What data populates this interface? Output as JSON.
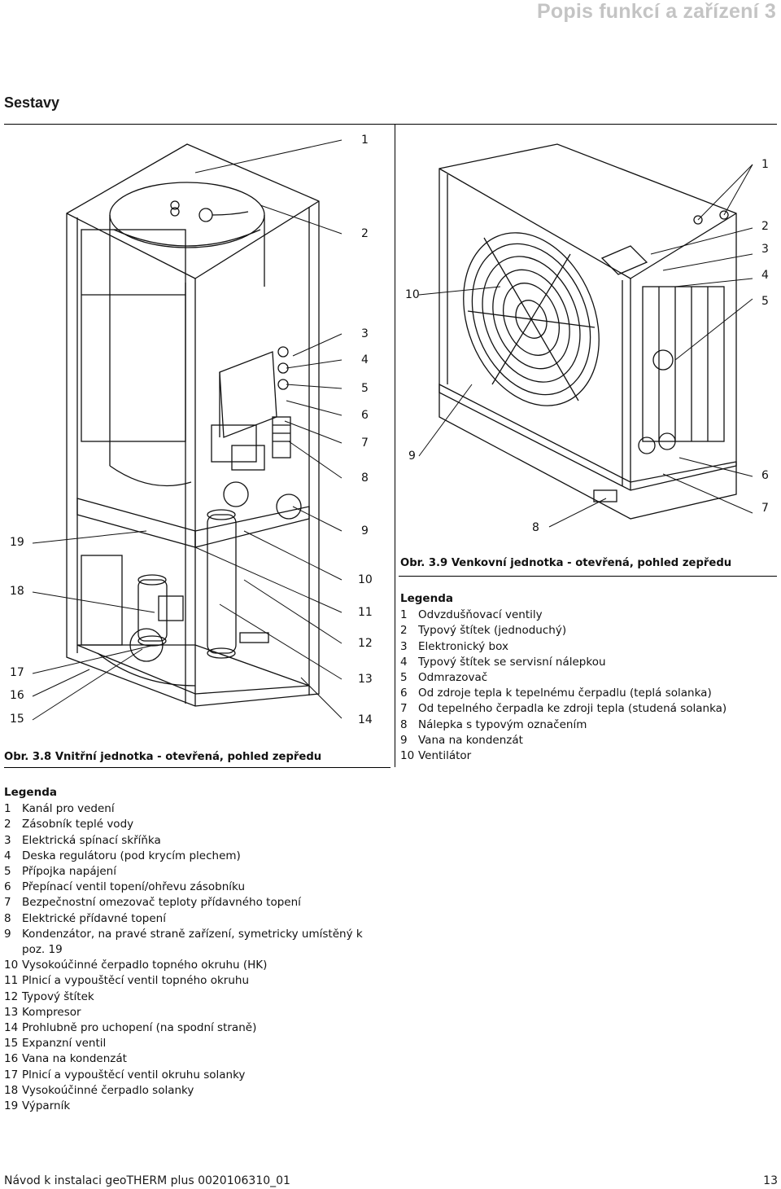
{
  "header": {
    "title": "Popis funkcí a zařízení 3"
  },
  "section_title": "Sestavy",
  "figure_inner": {
    "caption": "Obr. 3.8 Vnitřní jednotka - otevřená, pohled zepředu",
    "callouts_right": [
      "1",
      "2",
      "3",
      "4",
      "5",
      "6",
      "7",
      "8",
      "9",
      "10",
      "11",
      "12",
      "13",
      "14"
    ],
    "callouts_left": [
      "19",
      "18",
      "17",
      "16",
      "15"
    ]
  },
  "figure_outer": {
    "caption": "Obr. 3.9 Venkovní jednotka - otevřená, pohled zepředu",
    "callouts_right": [
      "1",
      "2",
      "3",
      "4",
      "5",
      "6",
      "7"
    ],
    "callouts_left": [
      "10",
      "9"
    ],
    "callout_bottom": "8"
  },
  "legend_outer": {
    "title": "Legenda",
    "items": [
      {
        "n": "1",
        "t": "Odvzdušňovací ventily"
      },
      {
        "n": "2",
        "t": "Typový štítek (jednoduchý)"
      },
      {
        "n": "3",
        "t": "Elektronický box"
      },
      {
        "n": "4",
        "t": "Typový štítek se servisní nálepkou"
      },
      {
        "n": "5",
        "t": "Odmrazovač"
      },
      {
        "n": "6",
        "t": "Od zdroje tepla k tepelnému čerpadlu (teplá solanka)"
      },
      {
        "n": "7",
        "t": "Od tepelného čerpadla ke zdroji tepla (studená solanka)"
      },
      {
        "n": "8",
        "t": "Nálepka s typovým označením"
      },
      {
        "n": "9",
        "t": "Vana na kondenzát"
      },
      {
        "n": "10",
        "t": "Ventilátor"
      }
    ]
  },
  "legend_inner": {
    "title": "Legenda",
    "items": [
      {
        "n": "1",
        "t": "Kanál pro vedení"
      },
      {
        "n": "2",
        "t": "Zásobník teplé vody"
      },
      {
        "n": "3",
        "t": "Elektrická spínací skříňka"
      },
      {
        "n": "4",
        "t": "Deska regulátoru (pod krycím plechem)"
      },
      {
        "n": "5",
        "t": "Přípojka napájení"
      },
      {
        "n": "6",
        "t": "Přepínací ventil topení/ohřevu zásobníku"
      },
      {
        "n": "7",
        "t": "Bezpečnostní omezovač teploty přídavného topení"
      },
      {
        "n": "8",
        "t": "Elektrické přídavné topení"
      },
      {
        "n": "9",
        "t": "Kondenzátor, na pravé straně zařízení, symetricky umístěný k poz. 19"
      },
      {
        "n": "10",
        "t": "Vysokoúčinné čerpadlo topného okruhu (HK)"
      },
      {
        "n": "11",
        "t": "Plnicí a vypouštěcí ventil topného okruhu"
      },
      {
        "n": "12",
        "t": "Typový štítek"
      },
      {
        "n": "13",
        "t": "Kompresor"
      },
      {
        "n": "14",
        "t": "Prohlubně pro uchopení (na spodní straně)"
      },
      {
        "n": "15",
        "t": "Expanzní ventil"
      },
      {
        "n": "16",
        "t": "Vana na kondenzát"
      },
      {
        "n": "17",
        "t": "Plnicí a vypouštěcí ventil okruhu solanky"
      },
      {
        "n": "18",
        "t": "Vysokoúčinné čerpadlo solanky"
      },
      {
        "n": "19",
        "t": "Výparník"
      }
    ]
  },
  "footer": {
    "left": "Návod k instalaci geoTHERM plus 0020106310_01",
    "page": "13"
  }
}
